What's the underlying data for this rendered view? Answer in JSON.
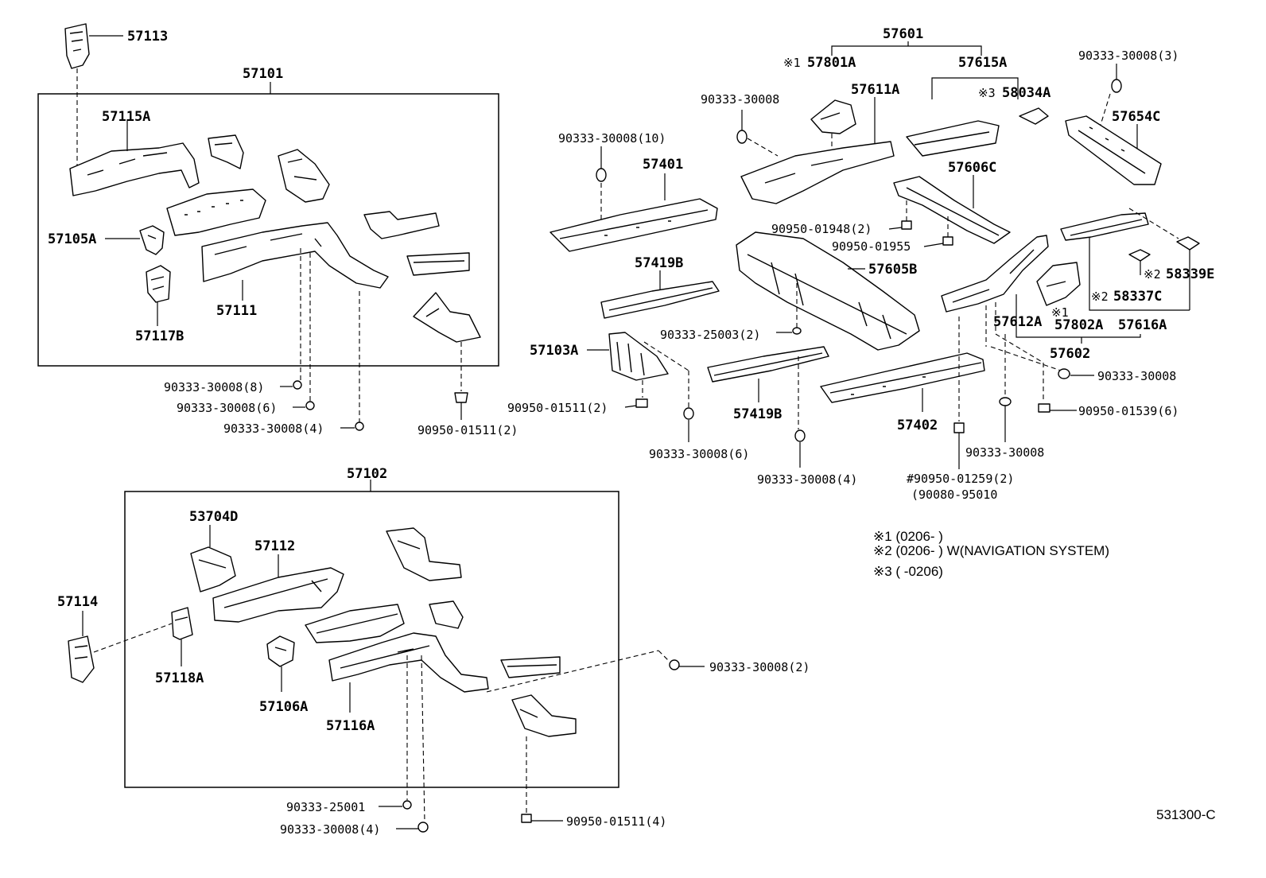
{
  "labels": {
    "l57113": "57113",
    "l57101": "57101",
    "l57115A": "57115A",
    "l57105A": "57105A",
    "l57117B": "57117B",
    "l57111": "57111",
    "f1": "90333-30008(8)",
    "f2": "90333-30008(6)",
    "f3": "90333-30008(4)",
    "f4": "90950-01511(2)",
    "l57601": "57601",
    "m1": "※1",
    "l57801A": "57801A",
    "l57615A": "57615A",
    "c1": "90333-30008",
    "l57611A": "57611A",
    "m3": "※3",
    "l58034A": "58034A",
    "c2": "90333-30008(3)",
    "l57654C": "57654C",
    "c3": "90333-30008(10)",
    "l57401": "57401",
    "l57606C": "57606C",
    "c4": "90950-01948(2)",
    "c5": "90950-01955",
    "l57605B": "57605B",
    "l57419B_a": "57419B",
    "m2a": "※2",
    "l58339E": "58339E",
    "m2b": "※2",
    "l58337C": "58337C",
    "c6": "90333-25003(2)",
    "l57103A": "57103A",
    "l57612A": "57612A",
    "m1b": "※1",
    "l57802A": "57802A",
    "l57616A": "57616A",
    "l57602": "57602",
    "c7": "90333-30008",
    "c8": "90950-01511(2)",
    "l57419B_b": "57419B",
    "l57402": "57402",
    "c9": "90950-01539(6)",
    "c10": "90333-30008(6)",
    "c11": "90333-30008(4)",
    "c12": "90333-30008",
    "c13": "#90950-01259(2)",
    "c14": "(90080-95010",
    "l57102": "57102",
    "l53704D": "53704D",
    "l57112": "57112",
    "l57114": "57114",
    "l57118A": "57118A",
    "l57106A": "57106A",
    "l57116A": "57116A",
    "b1": "90333-30008(2)",
    "b2": "90333-25001",
    "b3": "90333-30008(4)",
    "b4": "90950-01511(4)"
  },
  "notes": {
    "n1": "※1 (0206-        )",
    "n2": "※2 (0206-        ) W(NAVIGATION SYSTEM)",
    "n3": "※3 (        -0206)"
  },
  "figure_code": "531300-C"
}
